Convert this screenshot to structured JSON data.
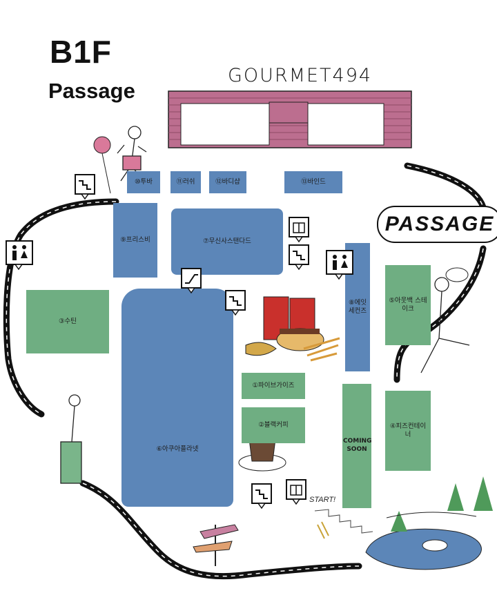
{
  "header": {
    "floor": "B1F",
    "area": "Passage"
  },
  "brand": "GOURMET494",
  "passage_sign": "PASSAGE",
  "start_label": "START!",
  "coming_soon": "COMING SOON",
  "colors": {
    "store_blue": "#5c86b8",
    "store_green": "#6fae82",
    "gourmet_pink": "#bc6e8f",
    "road": "#111111"
  },
  "stores": {
    "s10": "⑩투바",
    "s11": "⑪러쉬",
    "s12": "⑫바디샵",
    "s13": "⑬바인드",
    "s9": "⑨프리스비",
    "s7": "⑦무신사스탠다드",
    "s8": "⑧에잇세컨즈",
    "s5": "⑤아웃백 스테이크",
    "s6": "⑥아쿠아플라넷",
    "s1": "①파이브가이즈",
    "s2": "②블랙커피",
    "s4": "④피즈컨테이너",
    "s3": "③수틴"
  },
  "icons": [
    "stairs-icon",
    "escalator-icon",
    "elevator-icon",
    "restroom-icon"
  ]
}
